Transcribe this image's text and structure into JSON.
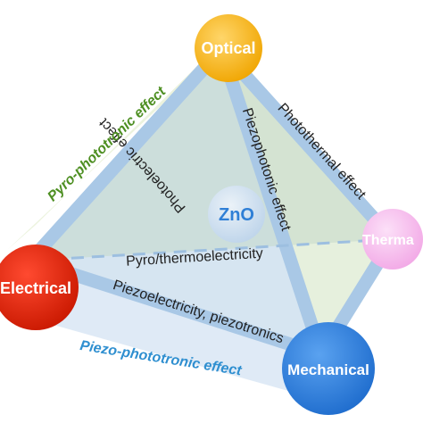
{
  "nodes": {
    "optical": "Optical",
    "electrical": "Electrical",
    "mechanical": "Mechanical",
    "thermal": "Therma",
    "center": "ZnO"
  },
  "effects": {
    "pyro_phototronic": "Pyro-phototronic effect",
    "photoelectric": "Photoelectric effect",
    "piezophotonic": "Piezophotonic effect",
    "photothermal": "Photothermal effect",
    "pyro_thermoelectricity": "Pyro/thermoelectricity",
    "piezoelectricity": "Piezoelectricity, piezotronics",
    "piezo_phototronic": "Piezo-phototronic effect"
  },
  "colors": {
    "optical_fill": "#F5B61E",
    "electrical_fill": "#E3270F",
    "mechanical_fill": "#3A86E0",
    "thermal_fill": "#F6C0EE",
    "edge_blue": "#A9C8E6",
    "green_text": "#4E8F22",
    "blue_text": "#2F8FD0"
  }
}
